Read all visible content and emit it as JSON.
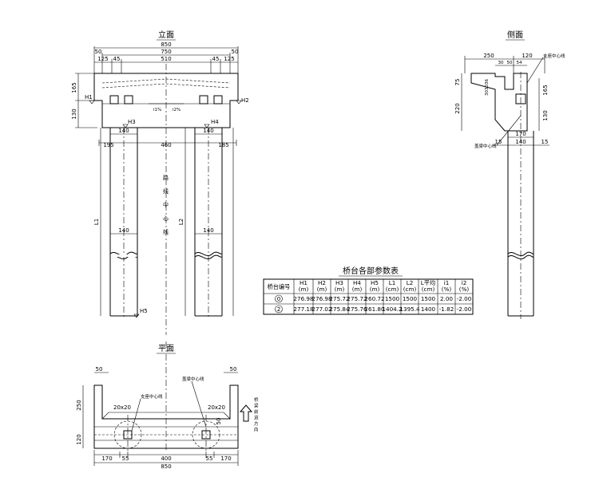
{
  "elevation": {
    "title": "立面",
    "dims_top": {
      "overall": "850",
      "inner": "750",
      "edge_l": "50",
      "edge_r": "50",
      "seg1": "125",
      "seg2": "45",
      "mid": "510",
      "seg3": "45",
      "seg4": "125"
    },
    "dims_left": {
      "top": "165",
      "bottom": "130"
    },
    "level_labels": {
      "h1": "H1",
      "h2": "H2",
      "h3": "H3",
      "h4": "H4",
      "h5": "H5"
    },
    "slopes": {
      "i1": "i1%",
      "i2": "i2%"
    },
    "pile_spacing": {
      "left": "195",
      "mid": "460",
      "right": "185"
    },
    "pile_dia": "140",
    "pile_lengths": {
      "l1": "L1",
      "l2": "L2"
    },
    "centerline_label": "路线中心线"
  },
  "side": {
    "title": "侧面",
    "dims_top": {
      "a": "250",
      "b": "120",
      "c": "30",
      "d": "50",
      "e": "54"
    },
    "dims_left": {
      "top": "75",
      "bottom": "220"
    },
    "small_dims": {
      "s1": "30",
      "s2": "30",
      "s3": "6"
    },
    "right_dims": {
      "a": "165",
      "b": "130"
    },
    "support_label": "支座中心线",
    "pile_label": "盖梁中心线",
    "bottom_dims": {
      "cap": "170",
      "pile": "140",
      "left": "15",
      "right": "15"
    }
  },
  "plan": {
    "title": "平面",
    "edge_l": "50",
    "edge_r": "50",
    "dims_left": {
      "top": "250",
      "bottom": "120"
    },
    "chamfer_l": "20x20",
    "chamfer_r": "20x20",
    "support_label": "支座中心线",
    "cap_label": "盖梁中心线",
    "cap_dim": "50",
    "bottom_dims": {
      "a": "170",
      "b": "55",
      "c": "400",
      "d": "55",
      "e": "170"
    },
    "overall": "850",
    "direction_label": "桥梁前进方向"
  },
  "table": {
    "title": "桥台各部参数表",
    "headers": [
      "桥台编号",
      "H1\n(m)",
      "H2\n(m)",
      "H3\n(m)",
      "H4\n(m)",
      "H5\n(m)",
      "L1\n(cm)",
      "L2\n(cm)",
      "L平均\n(cm)",
      "i1\n(%)",
      "i2\n(%)"
    ],
    "rows": [
      [
        "0",
        "276.98",
        "276.98",
        "275.72",
        "275.72",
        "260.72",
        "1500",
        "1500",
        "1500",
        "2.00",
        "-2.00"
      ],
      [
        "2",
        "277.18",
        "277.02",
        "275.84",
        "275.76",
        "261.80",
        "1404.2",
        "1395.4",
        "1400",
        "-1.82",
        "-2.00"
      ]
    ]
  }
}
